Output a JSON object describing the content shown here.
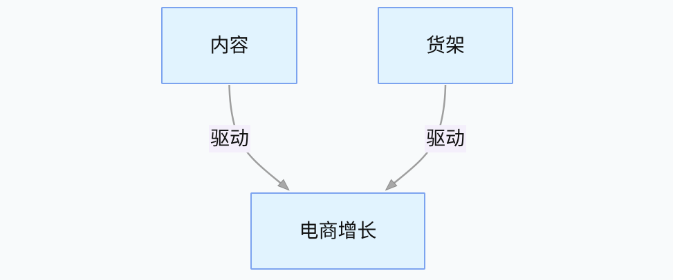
{
  "diagram": {
    "type": "flowchart",
    "direction": "top-down",
    "nodes": [
      {
        "id": "content",
        "label": "内容"
      },
      {
        "id": "shelf",
        "label": "货架"
      },
      {
        "id": "growth",
        "label": "电商增长"
      }
    ],
    "edges": [
      {
        "from": "content",
        "to": "growth",
        "label": "驱动"
      },
      {
        "from": "shelf",
        "to": "growth",
        "label": "驱动"
      }
    ],
    "colors": {
      "canvas_bg": "#f8fafb",
      "node_fill": "#e1f3fe",
      "node_border": "#7ca3ef",
      "edge_line": "#9e9e9e",
      "arrowhead_fill": "#a8a8a8",
      "arrowhead_stroke": "#8c8c8c",
      "edge_label_bg": "#f4effb",
      "text": "#111111"
    }
  }
}
